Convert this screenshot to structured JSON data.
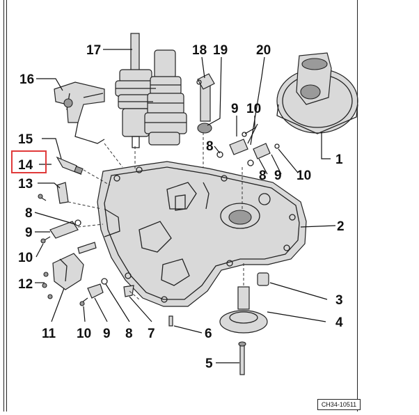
{
  "diagram": {
    "reference_code": "CH34-10511",
    "callouts": {
      "c1": "1",
      "c2": "2",
      "c3": "3",
      "c4": "4",
      "c5": "5",
      "c6": "6",
      "c7": "7",
      "c8a": "8",
      "c8b": "8",
      "c8c": "8",
      "c8d": "8",
      "c9a": "9",
      "c9b": "9",
      "c9c": "9",
      "c9d": "9",
      "c10a": "10",
      "c10b": "10",
      "c10c": "10",
      "c10d": "10",
      "c11": "11",
      "c12": "12",
      "c13": "13",
      "c14": "14",
      "c15": "15",
      "c16": "16",
      "c17": "17",
      "c18": "18",
      "c19": "19",
      "c20": "20"
    },
    "highlighted_callout": "14",
    "colors": {
      "highlight": "#e03a3a",
      "line": "#222222",
      "part_fill": "#d9d9d9"
    }
  }
}
